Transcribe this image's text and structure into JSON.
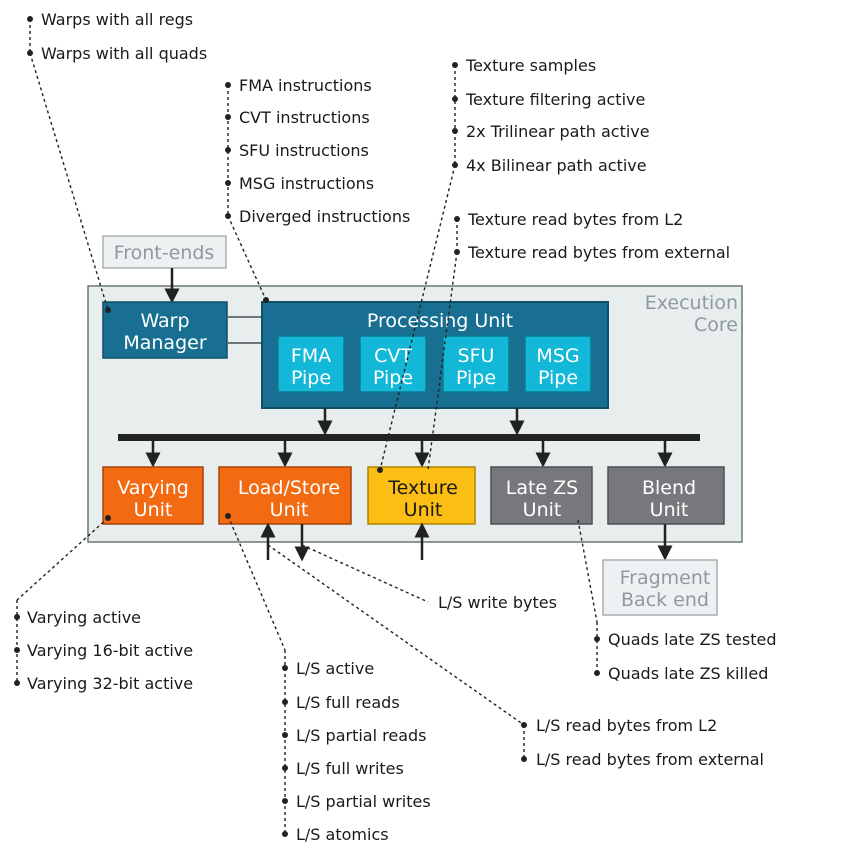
{
  "colors": {
    "core_bg": "#e8edee",
    "core_border": "#6d7678",
    "blue_dark": "#186f91",
    "cyan": "#13b8d8",
    "orange": "#f26b13",
    "yellow": "#fcbd15",
    "gray_box": "#77787b",
    "outer_label": "#8e9aa0"
  },
  "front_ends": "Front-ends",
  "execution_core": {
    "line1": "Execution",
    "line2": "Core"
  },
  "warp_manager": {
    "line1": "Warp",
    "line2": "Manager"
  },
  "processing_unit": "Processing Unit",
  "pipes": [
    {
      "line1": "FMA",
      "line2": "Pipe"
    },
    {
      "line1": "CVT",
      "line2": "Pipe"
    },
    {
      "line1": "SFU",
      "line2": "Pipe"
    },
    {
      "line1": "MSG",
      "line2": "Pipe"
    }
  ],
  "units": [
    {
      "line1": "Varying",
      "line2": "Unit"
    },
    {
      "line1": "Load/Store",
      "line2": "Unit"
    },
    {
      "line1": "Texture",
      "line2": "Unit"
    },
    {
      "line1": "Late ZS",
      "line2": "Unit"
    },
    {
      "line1": "Blend",
      "line2": "Unit"
    }
  ],
  "fragment_back_end": {
    "line1": "Fragment",
    "line2": "Back end"
  },
  "counters": {
    "warps": [
      "Warps with all regs",
      "Warps with all quads"
    ],
    "instructions": [
      "FMA instructions",
      "CVT instructions",
      "SFU instructions",
      "MSG instructions",
      "Diverged instructions"
    ],
    "texture": [
      "Texture samples",
      "Texture filtering active",
      "2x Trilinear path active",
      "4x Bilinear path active"
    ],
    "texture_read": [
      "Texture read bytes from L2",
      "Texture read bytes from external"
    ],
    "varying": [
      "Varying active",
      "Varying 16-bit active",
      "Varying 32-bit active"
    ],
    "ls_write": "L/S write bytes",
    "ls": [
      "L/S active",
      "L/S full reads",
      "L/S partial reads",
      "L/S full writes",
      "L/S partial writes",
      "L/S atomics"
    ],
    "late_zs": [
      "Quads late ZS tested",
      "Quads late ZS killed"
    ],
    "ls_read": [
      "L/S read bytes from L2",
      "L/S read bytes from external"
    ]
  }
}
